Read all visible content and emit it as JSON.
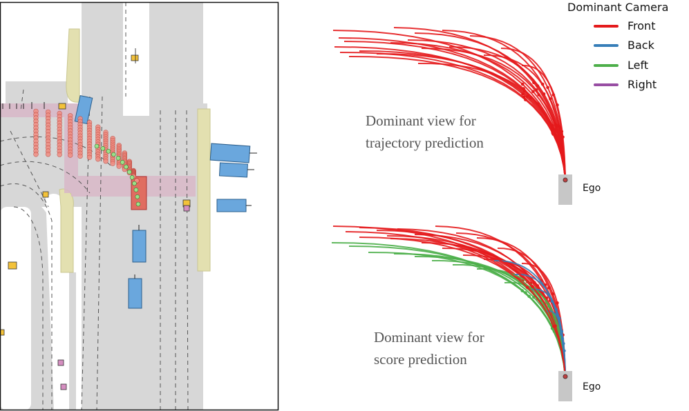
{
  "legend": {
    "title": "Dominant Camera",
    "entries": [
      {
        "label": "Front",
        "color": "#e41a1c"
      },
      {
        "label": "Back",
        "color": "#377eb8"
      },
      {
        "label": "Left",
        "color": "#4daf4a"
      },
      {
        "label": "Right",
        "color": "#984ea3"
      }
    ]
  },
  "panels": {
    "trajectory": {
      "caption_line1": "Dominant view for",
      "caption_line2": "trajectory prediction",
      "ego_label": "Ego"
    },
    "score": {
      "caption_line1": "Dominant view for",
      "caption_line2": "score prediction",
      "ego_label": "Ego"
    }
  },
  "colors": {
    "road": "#d7d7d7",
    "sidewalk": "#e3e0b0",
    "crosswalk": "#d9b8c8",
    "vehicle": "#6aa7dd",
    "vehicle_stroke": "#2b5d8a",
    "ego_box": "#e06d61",
    "trajectory_points": "#f08f84",
    "ego_path": "#9be28a",
    "pedestrian": "#f3c23a",
    "ego_marker": "#c7c7c7"
  }
}
